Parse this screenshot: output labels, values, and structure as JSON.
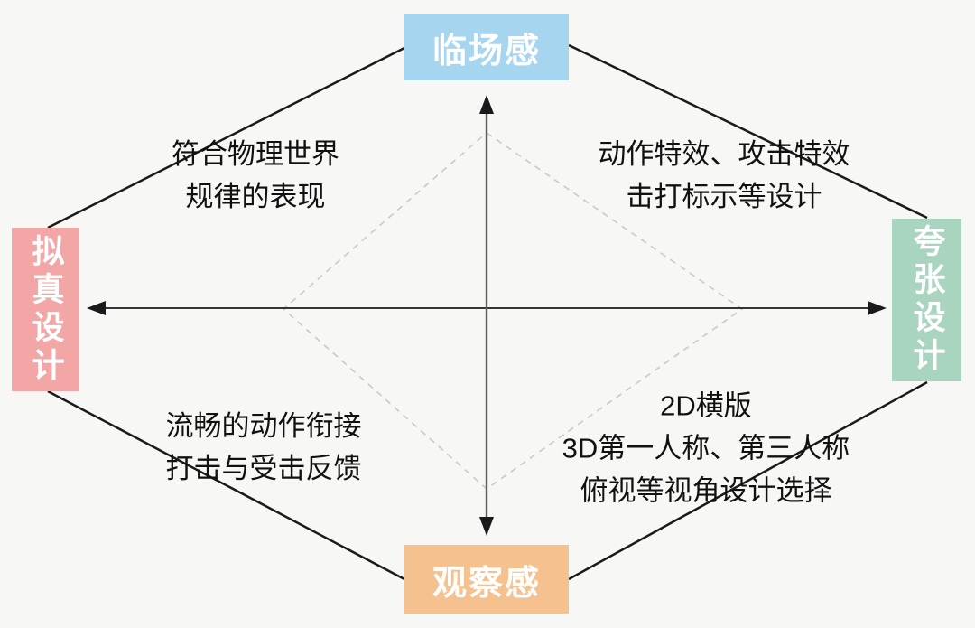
{
  "diagram": {
    "axes": {
      "top": {
        "label": "临场感",
        "color": "#a6d5ef"
      },
      "bottom": {
        "label": "观察感",
        "color": "#f5c18e"
      },
      "left": {
        "label": "拟真设计",
        "color": "#f2a6a6"
      },
      "right": {
        "label": "夸张设计",
        "color": "#a9d4c0"
      }
    },
    "quadrants": {
      "top_left": {
        "lines": [
          "符合物理世界",
          "规律的表现"
        ]
      },
      "top_right": {
        "lines": [
          "动作特效、攻击特效",
          "击打标示等设计"
        ]
      },
      "bottom_left": {
        "lines": [
          "流畅的动作衔接",
          "打击与受击反馈"
        ]
      },
      "bottom_right": {
        "lines": [
          "2D横版",
          "3D第一人称、第三人称",
          "俯视等视角设计选择"
        ]
      }
    },
    "colors": {
      "background": "#f7f7f5",
      "solid_line": "#1a1a1a",
      "vertical_axis_line": "#5f5f5f",
      "dashed_line": "#c9c9c9",
      "text": "#111111"
    }
  }
}
